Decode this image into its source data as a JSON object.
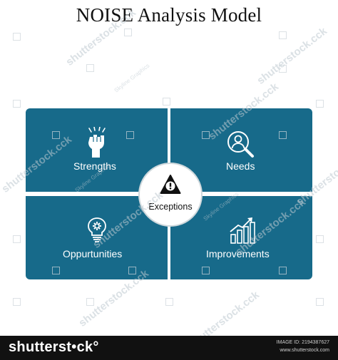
{
  "title": "NOISE Analysis Model",
  "colors": {
    "panel": "#176a8a",
    "icon": "#ffffff",
    "center_fill": "#ffffff",
    "center_icon": "#111111",
    "footer": "#111111"
  },
  "quadrants": [
    {
      "label": "Strengths",
      "icon": "raised-fist-icon"
    },
    {
      "label": "Needs",
      "icon": "person-magnifier-icon"
    },
    {
      "label": "Oppurtunities",
      "icon": "lightbulb-gear-icon"
    },
    {
      "label": "Improvements",
      "icon": "growth-chart-icon"
    }
  ],
  "center": {
    "label": "Exceptions",
    "icon": "warning-triangle-icon"
  },
  "watermarks": {
    "main": "shutterstock.cck",
    "small": "Skyline Graphics"
  },
  "footer": {
    "logo": "shutterst•ck°",
    "image_id": "IMAGE ID: 2194387627",
    "site": "www.shutterstock.com"
  }
}
